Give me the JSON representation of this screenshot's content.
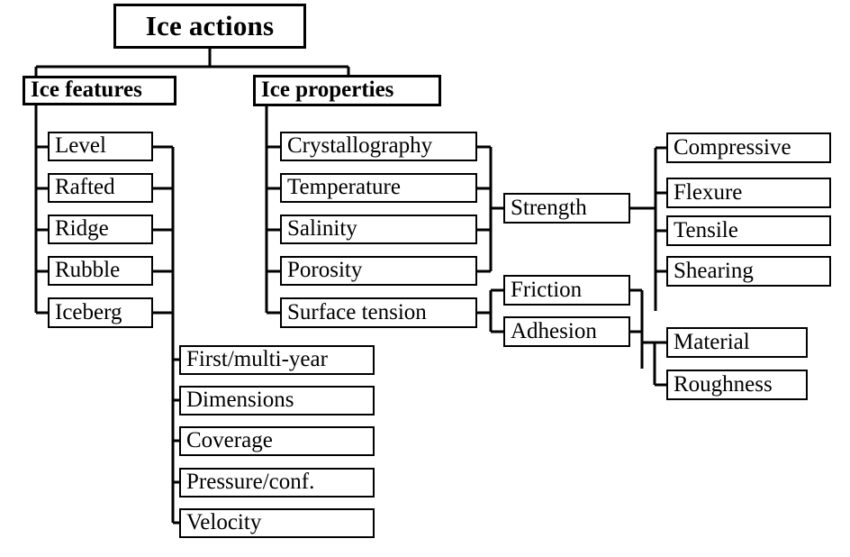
{
  "diagram": {
    "title": "Ice actions",
    "type": "hierarchy-tree",
    "colors": {
      "background": "#ffffff",
      "box_border": "#000000",
      "box_fill": "#ffffff",
      "text": "#000000",
      "connector": "#000000"
    },
    "root": {
      "label": "Ice actions"
    },
    "branches": [
      {
        "label": "Ice features"
      },
      {
        "label": "Ice properties"
      }
    ],
    "ice_features_items": [
      {
        "label": "Level"
      },
      {
        "label": "Rafted"
      },
      {
        "label": "Ridge"
      },
      {
        "label": "Rubble"
      },
      {
        "label": "Iceberg"
      }
    ],
    "ice_features_attributes": [
      {
        "label": "First/multi-year"
      },
      {
        "label": "Dimensions"
      },
      {
        "label": "Coverage"
      },
      {
        "label": "Pressure/conf."
      },
      {
        "label": "Velocity"
      }
    ],
    "ice_properties_items": [
      {
        "label": "Crystallography"
      },
      {
        "label": "Temperature"
      },
      {
        "label": "Salinity"
      },
      {
        "label": "Porosity"
      },
      {
        "label": "Surface tension"
      }
    ],
    "derived_properties": [
      {
        "label": "Strength"
      },
      {
        "label": "Friction"
      },
      {
        "label": "Adhesion"
      }
    ],
    "strength_types": [
      {
        "label": "Compressive"
      },
      {
        "label": "Flexure"
      },
      {
        "label": "Tensile"
      },
      {
        "label": "Shearing"
      }
    ],
    "surface_factors": [
      {
        "label": "Material"
      },
      {
        "label": "Roughness"
      }
    ]
  }
}
